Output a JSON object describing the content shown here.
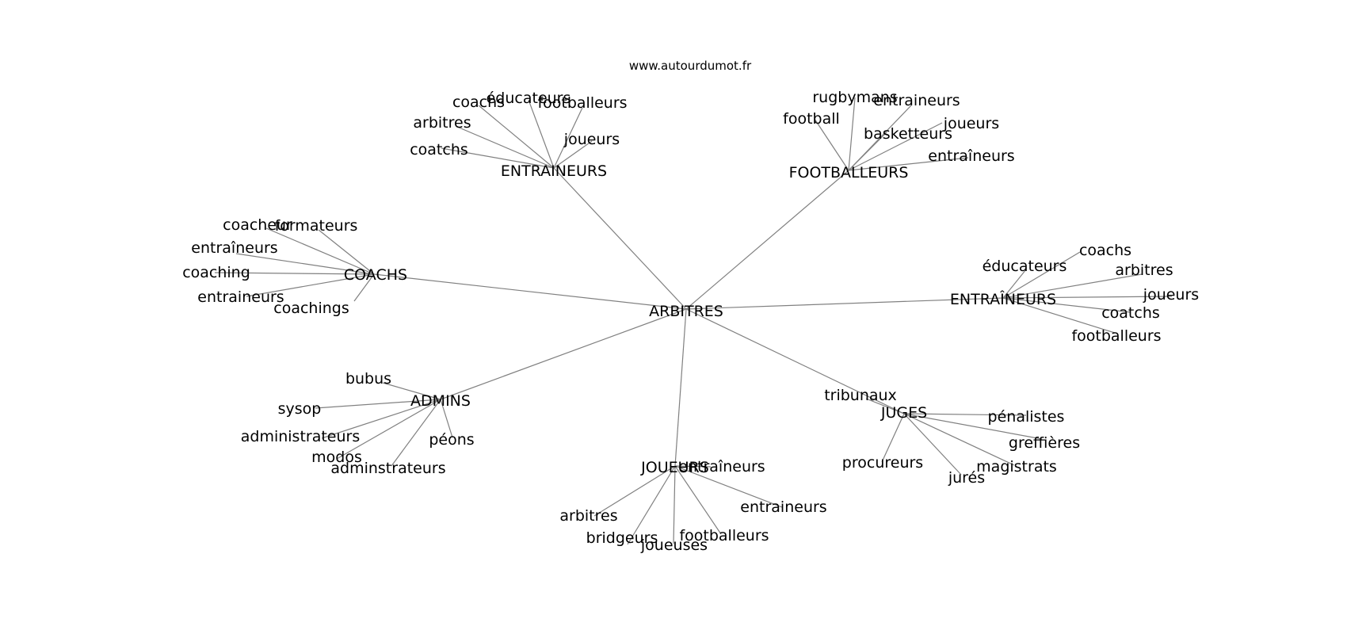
{
  "site": "www.autourdumot.fr",
  "center": "ARBITRES",
  "clusters": [
    {
      "id": "entraineurs-1",
      "label": "ENTRAINEURS",
      "children": [
        "coachs",
        "éducateurs",
        "footballeurs",
        "arbitres",
        "joueurs",
        "coatchs"
      ]
    },
    {
      "id": "footballeurs",
      "label": "FOOTBALLEURS",
      "children": [
        "rugbymans",
        "entraineurs",
        "football",
        "joueurs",
        "basketteurs",
        "entraîneurs"
      ]
    },
    {
      "id": "coachs",
      "label": "COACHS",
      "children": [
        "coacheur",
        "formateurs",
        "entraîneurs",
        "coaching",
        "entraineurs",
        "coachings"
      ]
    },
    {
      "id": "entraineurs-2",
      "label": "ENTRAÎNEURS",
      "children": [
        "coachs",
        "éducateurs",
        "arbitres",
        "joueurs",
        "coatchs",
        "footballeurs"
      ]
    },
    {
      "id": "admins",
      "label": "ADMINS",
      "children": [
        "bubus",
        "sysop",
        "administrateurs",
        "péons",
        "modos",
        "adminstrateurs"
      ]
    },
    {
      "id": "juges",
      "label": "JUGES",
      "children": [
        "tribunaux",
        "pénalistes",
        "greffières",
        "procureurs",
        "magistrats",
        "jurés"
      ]
    },
    {
      "id": "joueurs",
      "label": "JOUEURS",
      "children": [
        "entraîneurs",
        "entraineurs",
        "arbitres",
        "footballeurs",
        "bridgeurs",
        "joueuses"
      ]
    }
  ]
}
